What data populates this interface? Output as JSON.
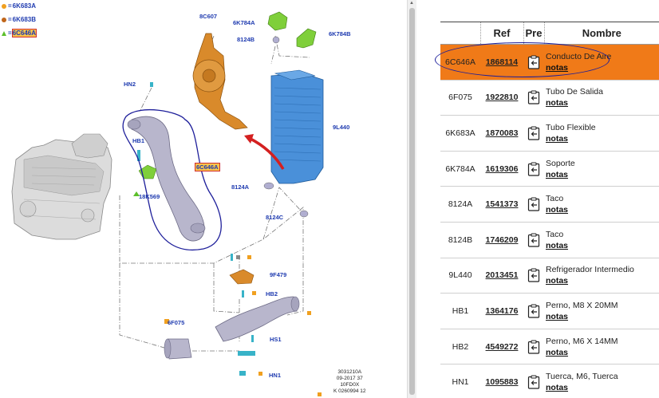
{
  "diagram": {
    "legend": [
      {
        "symbol": "key-icon",
        "label": "6K683A",
        "highlighted": false
      },
      {
        "symbol": "circle-icon",
        "label": "6K683B",
        "highlighted": false
      },
      {
        "symbol": "triangle-icon",
        "label": "6C646A",
        "highlighted": true
      }
    ],
    "callouts": {
      "c8C607": "8C607",
      "c6K784A": "6K784A",
      "c8124B": "8124B",
      "c6K784B": "6K784B",
      "cHN2": "HN2",
      "c9L440": "9L440",
      "cHB1": "HB1",
      "c6C646A": "6C646A",
      "c18K569": "18K569",
      "c8124A": "8124A",
      "c8124C": "8124C",
      "c9F479": "9F479",
      "cHB2": "HB2",
      "c6F075": "6F075",
      "cHS1": "HS1",
      "cHN1": "HN1"
    },
    "reference": [
      "3031210A",
      "09-2017 37",
      "10FD0X",
      "K 0260994 12"
    ],
    "colors": {
      "callout": "#1f3bb0",
      "highlight": "#f7c24a",
      "intercooler": "#4a90d9",
      "bracket": "#d98a2b",
      "pipe": "#b8b6cc",
      "bracket_green": "#7fcf3a",
      "annotation": "#1d1e9a"
    }
  },
  "table": {
    "headers": {
      "code": "",
      "ref": "Ref",
      "pre": "Pre",
      "name": "Nombre"
    },
    "selected_color": "#f07a18",
    "rows": [
      {
        "code": "6C646A",
        "ref": "1868114",
        "name": "Conducto De Aire",
        "notes": "notas",
        "pre_icon": "clipboard-arrow-icon"
      },
      {
        "code": "6F075",
        "ref": "1922810",
        "name": "Tubo De Salida",
        "notes": "notas",
        "pre_icon": "clipboard-arrow-icon"
      },
      {
        "code": "6K683A",
        "ref": "1870083",
        "name": "Tubo Flexible",
        "notes": "notas",
        "pre_icon": "clipboard-arrow-icon"
      },
      {
        "code": "6K784A",
        "ref": "1619306",
        "name": "Soporte",
        "notes": "notas",
        "pre_icon": "clipboard-arrow-icon"
      },
      {
        "code": "8124A",
        "ref": "1541373",
        "name": "Taco",
        "notes": "notas",
        "pre_icon": "clipboard-arrow-icon"
      },
      {
        "code": "8124B",
        "ref": "1746209",
        "name": "Taco",
        "notes": "notas",
        "pre_icon": "clipboard-arrow-icon"
      },
      {
        "code": "9L440",
        "ref": "2013451",
        "name": "Refrigerador Intermedio",
        "notes": "notas",
        "pre_icon": "clipboard-arrow-icon"
      },
      {
        "code": "HB1",
        "ref": "1364176",
        "name": "Perno, M8 X 20MM",
        "notes": "notas",
        "pre_icon": "clipboard-arrow-icon"
      },
      {
        "code": "HB2",
        "ref": "4549272",
        "name": "Perno, M6 X 14MM",
        "notes": "notas",
        "pre_icon": "clipboard-arrow-icon"
      },
      {
        "code": "HN1",
        "ref": "1095883",
        "name": "Tuerca, M6, Tuerca",
        "notes": "notas",
        "pre_icon": "clipboard-arrow-icon"
      }
    ]
  }
}
